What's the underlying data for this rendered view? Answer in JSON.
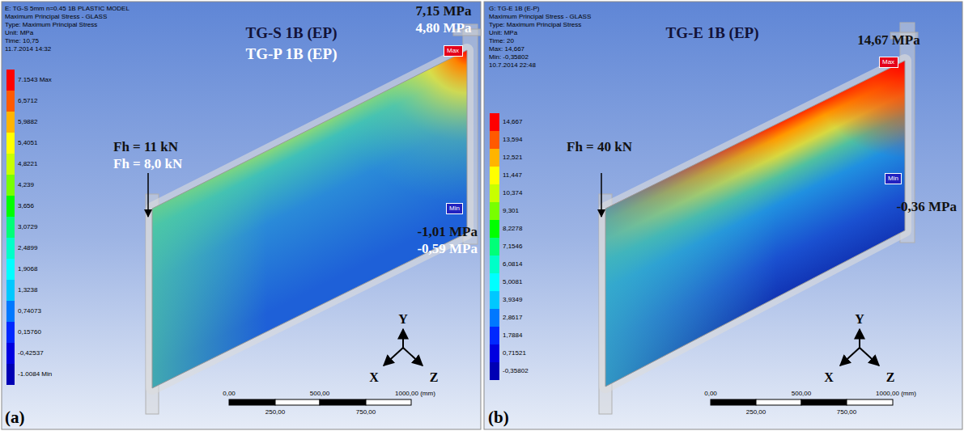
{
  "diagram": {
    "nodes": [
      {
        "text": [
          "Max"
        ]
      },
      {
        "text": [
          "Min"
        ]
      },
      {
        "text": [
          "Max"
        ]
      },
      {
        "text": [
          "Min"
        ]
      }
    ],
    "labels": [
      "E: TG-S 5mm n=0.45 1B PLASTIC MODEL",
      "Maximum Principal Stress - GLASS",
      "Type: Maximum Principal Stress",
      "Unit: MPa",
      "Time: 10,75",
      "11.7.2014 14:32",
      "TG-S 1B (EP)",
      "TG-P 1B (EP)",
      "7,15 MPa",
      "4,80 MPa",
      "Fh = 11 kN",
      "Fh = 8,0 kN",
      "-1,01 MPa",
      "-0,59 MPa",
      "Y",
      "X",
      "Z",
      "0,00",
      "500,00",
      "1000,00 (mm)",
      "250,00",
      "750,00",
      "(a)",
      "G: TG-E 1B (E-P)",
      "Maximum Principal Stress - GLASS",
      "Type: Maximum Principal Stress",
      "Unit: MPa",
      "Time: 20",
      "Max: 14,667",
      "Min: -0,35802",
      "10.7.2014 22:48",
      "TG-E 1B (EP)",
      "14,67 MPa",
      "Fh = 40 kN",
      "-0,36 MPa",
      "Y",
      "X",
      "Z",
      "0,00",
      "500,00",
      "1000,00 (mm)",
      "250,00",
      "750,00",
      "(b)"
    ],
    "legend": [
      {
        "text": "7.1543 Max",
        "color": "#ff0000"
      },
      {
        "text": "6,5712",
        "color": "#ff5a00"
      },
      {
        "text": "5,9882",
        "color": "#ffb400"
      },
      {
        "text": "5,4051",
        "color": "#ffff00"
      },
      {
        "text": "4,8221",
        "color": "#c8ff00"
      },
      {
        "text": "4,239",
        "color": "#78ff00"
      },
      {
        "text": "3,656",
        "color": "#00ff00"
      },
      {
        "text": "3,0729",
        "color": "#00ff78"
      },
      {
        "text": "2,4899",
        "color": "#00ffc8"
      },
      {
        "text": "1,9068",
        "color": "#00ffff"
      },
      {
        "text": "1,3238",
        "color": "#00c8ff"
      },
      {
        "text": "0,74073",
        "color": "#0078ff"
      },
      {
        "text": "0,15760",
        "color": "#0028ff"
      },
      {
        "text": "-0,42537",
        "color": "#0000e0"
      },
      {
        "text": "-1.0084 Min",
        "color": "#0000b4"
      },
      {
        "text": "14,667",
        "color": "#ff0000"
      },
      {
        "text": "13,594",
        "color": "#ff5a00"
      },
      {
        "text": "12,521",
        "color": "#ffb400"
      },
      {
        "text": "11,447",
        "color": "#ffff00"
      },
      {
        "text": "10,374",
        "color": "#c8ff00"
      },
      {
        "text": "9,301",
        "color": "#78ff00"
      },
      {
        "text": "8,2278",
        "color": "#00ff00"
      },
      {
        "text": "7,1546",
        "color": "#00ff78"
      },
      {
        "text": "6,0814",
        "color": "#00ffc8"
      },
      {
        "text": "5,0081",
        "color": "#00ffff"
      },
      {
        "text": "3,9349",
        "color": "#00c8ff"
      },
      {
        "text": "2,8617",
        "color": "#0078ff"
      },
      {
        "text": "1,7884",
        "color": "#0028ff"
      },
      {
        "text": "0,71521",
        "color": "#0000e0"
      },
      {
        "text": "-0,35802",
        "color": "#0000b4"
      }
    ]
  }
}
